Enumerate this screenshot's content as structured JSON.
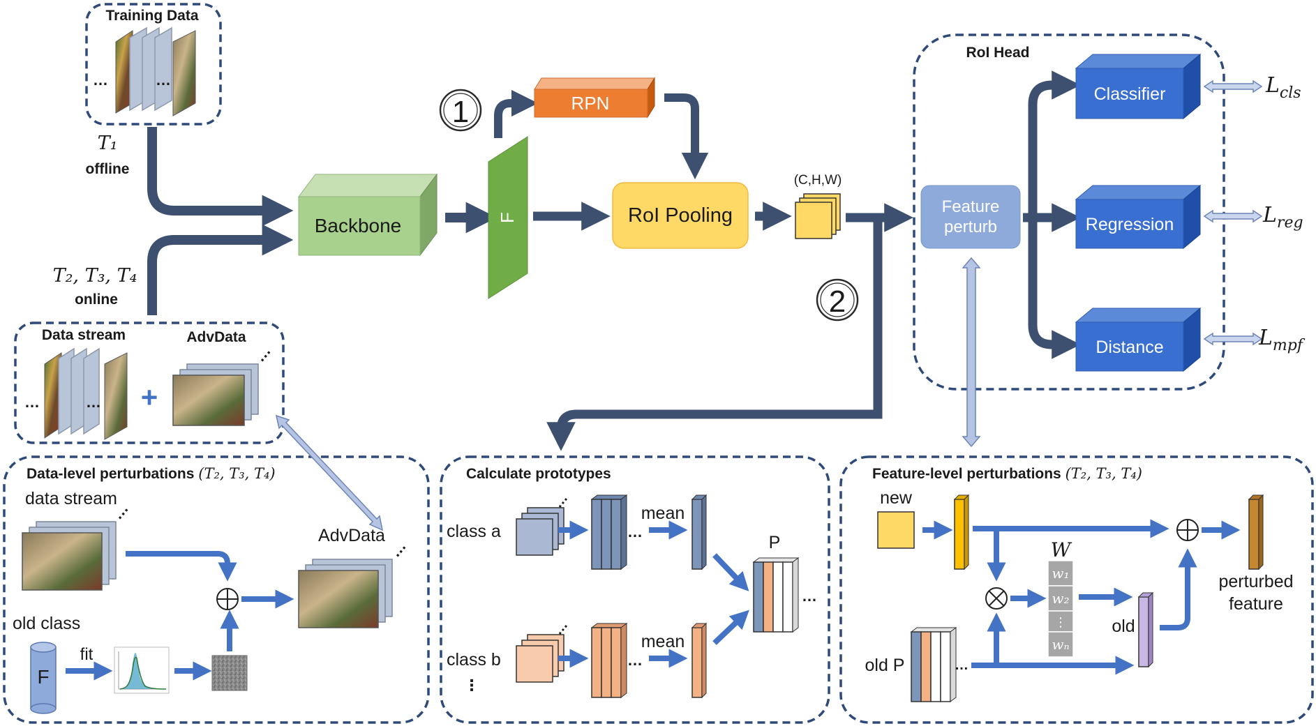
{
  "sections": {
    "training_data": "Training Data",
    "data_stream": "Data stream",
    "advdata_top": "AdvData",
    "roi_head": "RoI Head",
    "data_level": "Data-level perturbations",
    "calc_prototypes": "Calculate prototypes",
    "feature_level": "Feature-level perturbations",
    "task_tuple": "(T₂, T₃, T₄)"
  },
  "labels": {
    "t1": "T₁",
    "offline": "offline",
    "t234": "T₂, T₃, T₄",
    "online": "online",
    "dots": "…",
    "plus": "+"
  },
  "modules": {
    "backbone": "Backbone",
    "f_map": "F",
    "rpn": "RPN",
    "roi_pooling": "RoI Pooling",
    "chw": "(C,H,W)",
    "feature_perturb_1": "Feature",
    "feature_perturb_2": "perturb",
    "classifier": "Classifier",
    "regression": "Regression",
    "distance": "Distance"
  },
  "steps": {
    "one": "1",
    "two": "2"
  },
  "losses": {
    "cls": {
      "main": "L",
      "sub": "cls"
    },
    "reg": {
      "main": "L",
      "sub": "reg"
    },
    "mpf": {
      "main": "L",
      "sub": "mpf"
    }
  },
  "data_level": {
    "data_stream": "data stream",
    "advdata": "AdvData",
    "old_class": "old class",
    "fit": "fit",
    "f": "F"
  },
  "prototypes": {
    "class_a": "class a",
    "class_b": "class b",
    "mean_a": "mean",
    "mean_b": "mean",
    "p": "P"
  },
  "feature_level": {
    "new": "new",
    "w": "W",
    "w1": "w₁",
    "w2": "w₂",
    "wvdots": "⋮",
    "wn": "wₙ",
    "old": "old",
    "old_p": "old P",
    "perturbed_1": "perturbed",
    "perturbed_2": "feature"
  },
  "colors": {
    "arrow": "#3d5070",
    "dash": "#2e4a7a",
    "backbone": "#a9d18e",
    "fmap": "#70ad47",
    "rpn": "#ed7d31",
    "roi_pool": "#ffd966",
    "head_box": "#3a6fd2",
    "feat_perturb": "#8eaadb",
    "blue_arrow": "#4472c4"
  }
}
